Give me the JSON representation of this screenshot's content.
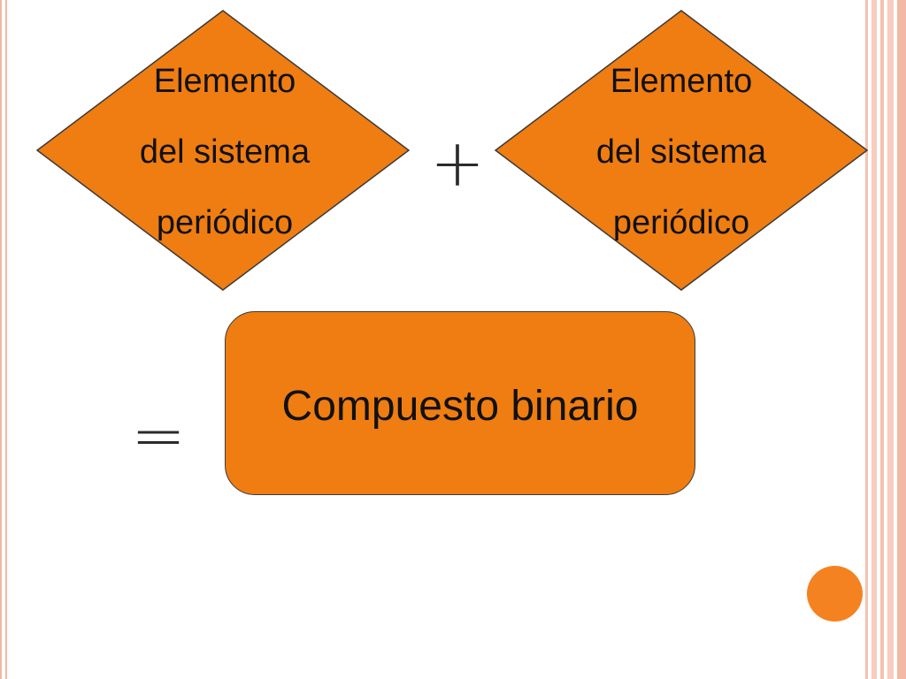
{
  "colors": {
    "shape_fill": "#ef7d12",
    "shape_stroke": "#3a3a3a",
    "text": "#111111",
    "accent_border": "#f0b8a6",
    "dot": "#f58220"
  },
  "left_element": {
    "lines": [
      "Elemento",
      "del sistema",
      "periódico"
    ]
  },
  "right_element": {
    "lines": [
      "Elemento",
      "del sistema",
      "periódico"
    ]
  },
  "operators": {
    "plus": "+",
    "equals": "="
  },
  "result": {
    "label": "Compuesto binario"
  }
}
